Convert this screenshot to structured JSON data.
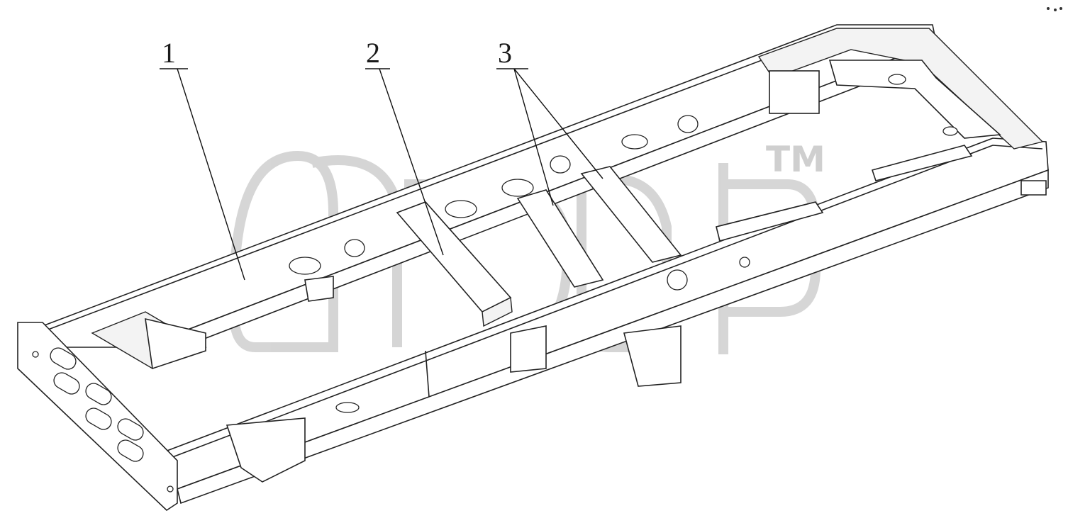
{
  "callouts": [
    {
      "label": "1"
    },
    {
      "label": "2"
    },
    {
      "label": "3"
    }
  ],
  "watermark": {
    "mark": "TM"
  },
  "colors": {
    "line": "#222222",
    "watermark": "#cfcfcf",
    "background": "#ffffff"
  }
}
